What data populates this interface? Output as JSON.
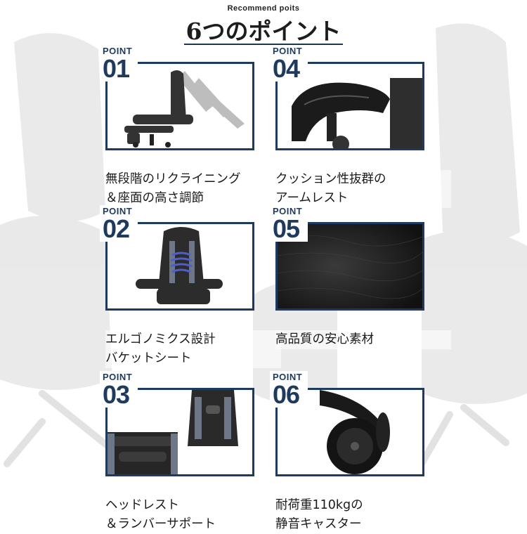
{
  "header": {
    "subtitle": "Recommend poits",
    "title": "6つのポイント"
  },
  "points": [
    {
      "label": "POINT",
      "number": "01",
      "caption_lines": [
        "無段階のリクライニング",
        "＆座面の高さ調節"
      ]
    },
    {
      "label": "POINT",
      "number": "02",
      "caption_lines": [
        "エルゴノミクス設計",
        "バケットシート"
      ]
    },
    {
      "label": "POINT",
      "number": "03",
      "caption_lines": [
        "ヘッドレスト",
        "＆ランバーサポート"
      ]
    },
    {
      "label": "POINT",
      "number": "04",
      "caption_lines": [
        "クッション性抜群の",
        "アームレスト"
      ]
    },
    {
      "label": "POINT",
      "number": "05",
      "caption_lines": [
        "高品質の安心素材"
      ]
    },
    {
      "label": "POINT",
      "number": "06",
      "caption_lines": [
        "耐荷重110kgの",
        "静音キャスター"
      ]
    }
  ],
  "colors": {
    "accent": "#1f3a5f",
    "text": "#1a1a1a",
    "background": "#ffffff"
  }
}
